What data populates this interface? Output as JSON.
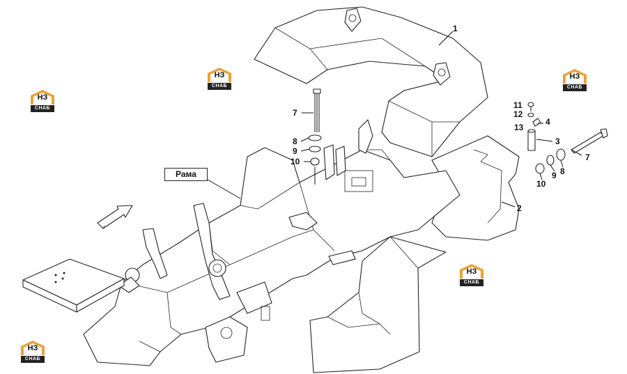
{
  "label_rama": "Рама",
  "callouts": {
    "c1": "1",
    "c2": "2",
    "c3": "3",
    "c4": "4",
    "c7a": "7",
    "c7b": "7",
    "c8a": "8",
    "c8b": "8",
    "c9a": "9",
    "c9b": "9",
    "c10a": "10",
    "c10b": "10",
    "c11": "11",
    "c12": "12",
    "c13": "13"
  },
  "logo": {
    "brand": "НЗ",
    "sub": "СНАБ"
  },
  "colors": {
    "logo_orange": "#e9a23b",
    "ink": "#111111"
  }
}
